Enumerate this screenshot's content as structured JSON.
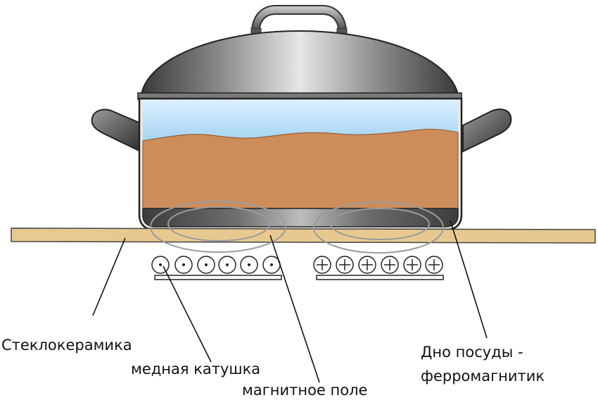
{
  "labels": {
    "glass_ceramic": "Стеклокерамика",
    "copper_coil": "медная катушка",
    "magnetic_field": "магнитное поле",
    "cookware_bottom_line1": "Дно посуды -",
    "cookware_bottom_line2": "ферромагнитик"
  },
  "colors": {
    "cooktop": "#e7c98f",
    "water": "#b5dcf4",
    "food": "#cd8d5b",
    "metal_dark": "#4d4d4d",
    "metal_light": "#d9d9d9"
  }
}
